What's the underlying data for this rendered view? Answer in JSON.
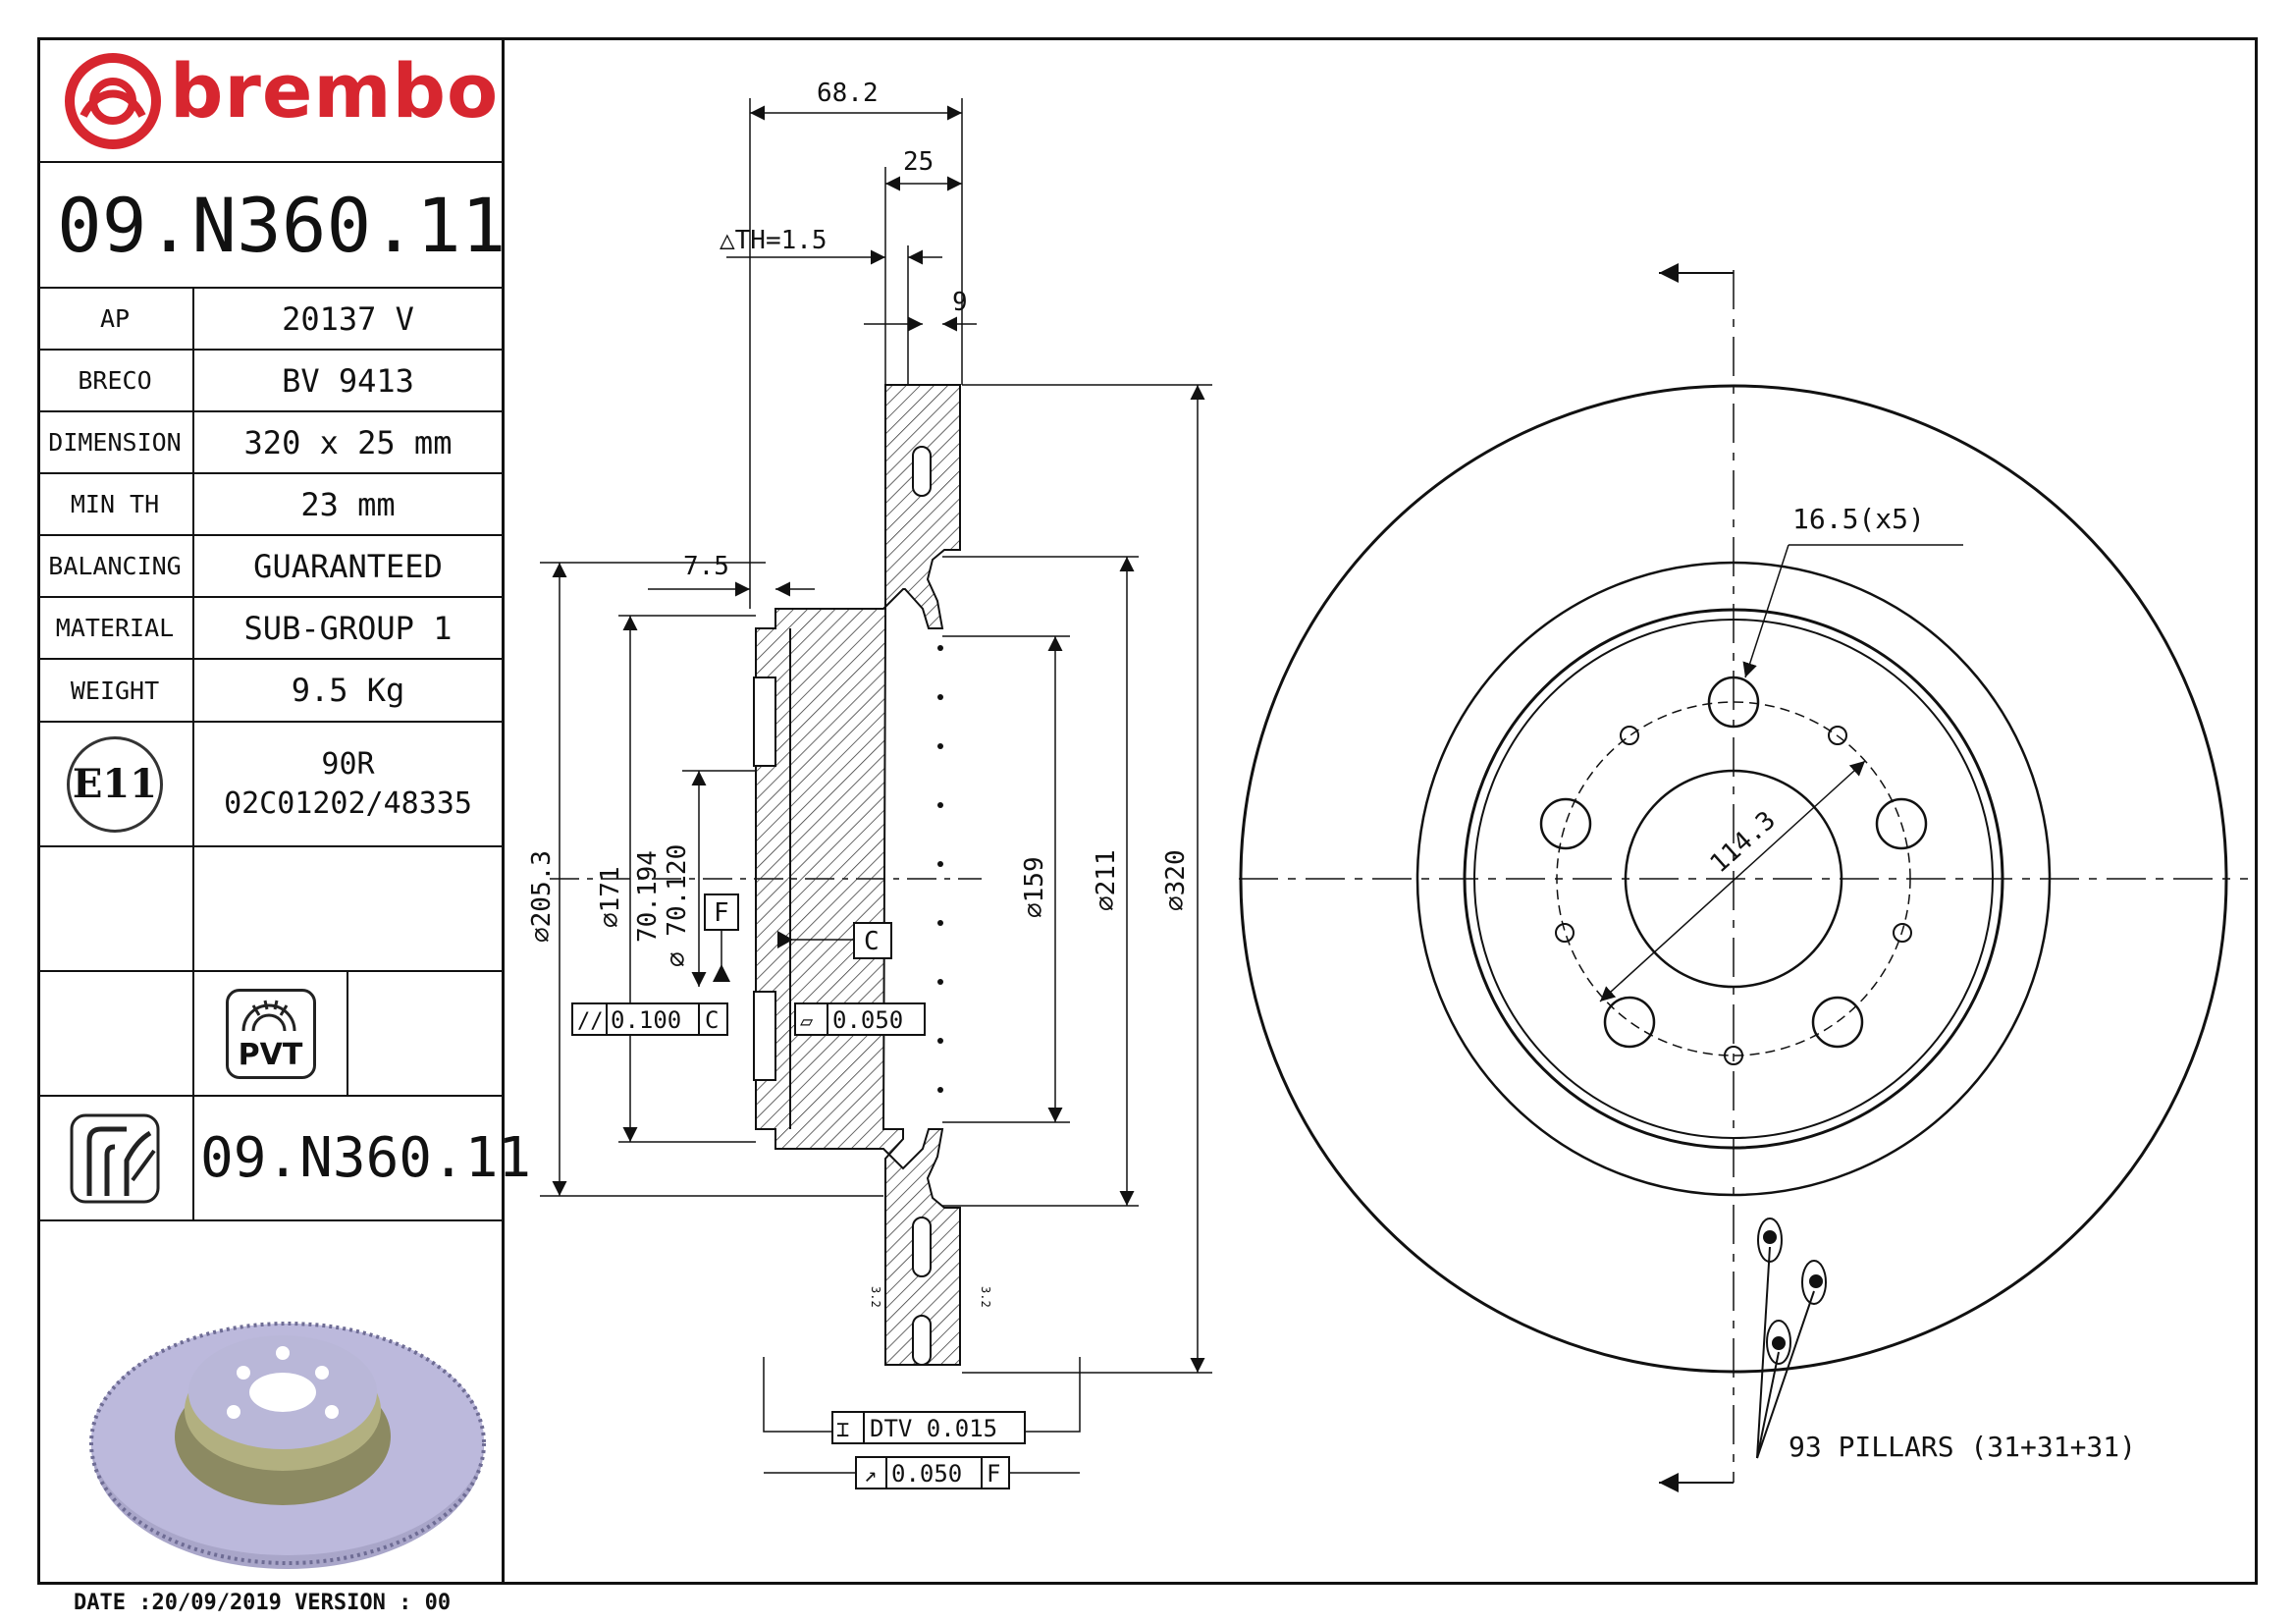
{
  "brand": {
    "name": "brembo",
    "color": "#d7262f"
  },
  "part_number": "09.N360.11",
  "specs": [
    {
      "label": "AP",
      "value": "20137 V"
    },
    {
      "label": "BRECO",
      "value": "BV 9413"
    },
    {
      "label": "DIMENSION",
      "value": "320 x 25 mm"
    },
    {
      "label": "MIN TH",
      "value": "23 mm"
    },
    {
      "label": "BALANCING",
      "value": "GUARANTEED"
    },
    {
      "label": "MATERIAL",
      "value": "SUB-GROUP 1"
    },
    {
      "label": "WEIGHT",
      "value": "9.5 Kg"
    }
  ],
  "approval": {
    "mark": "E11",
    "regulation": "90R",
    "number": "02C01202/48335"
  },
  "pvt_label": "PVT",
  "part_number_bottom": "09.N360.11",
  "footer": "DATE :20/09/2019 VERSION : 00",
  "section_dims": {
    "overall_height": "68.2",
    "thickness": "25",
    "th_tolerance": "△TH=1.5",
    "flange": "9",
    "hat_wall": "7.5",
    "d_hat_outer": "⌀205.3",
    "d_hat_inner": "⌀171",
    "centre_bore_max": "70.194",
    "centre_bore_min": "⌀ 70.120",
    "d_159": "⌀159",
    "d_211": "⌀211",
    "d_320": "⌀320",
    "datum_f": "F",
    "datum_c": "C",
    "parallelism": "0.100",
    "parallelism_ref": "C",
    "flatness": "0.050",
    "dtv": "DTV 0.015",
    "runout": "0.050",
    "runout_ref": "F",
    "roughness_left": "3.2",
    "roughness_right": "3.2"
  },
  "front_dims": {
    "bolt_hole": "16.5(x5)",
    "pcd": "114.3",
    "pillars": "93 PILLARS (31+31+31)"
  }
}
